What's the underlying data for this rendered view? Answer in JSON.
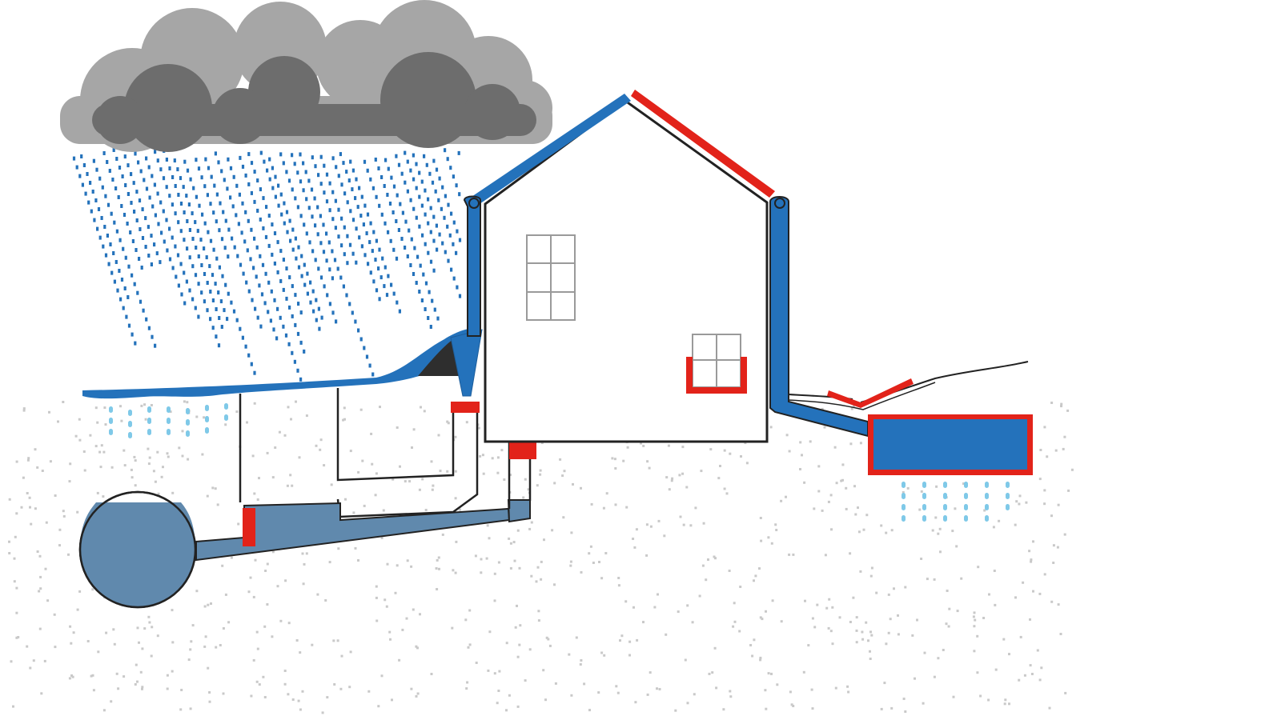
{
  "diagram": {
    "subject": "",
    "components": [
      {
        "id": "storm-clouds",
        "icon": "cloud-icon"
      },
      {
        "id": "rain",
        "icon": "rain-icon"
      },
      {
        "id": "house",
        "icon": "house-icon"
      },
      {
        "id": "roof-water",
        "icon": "water-icon"
      },
      {
        "id": "roof-protection",
        "icon": "barrier-icon"
      },
      {
        "id": "downpipe-left",
        "icon": "pipe-icon"
      },
      {
        "id": "downpipe-right",
        "icon": "pipe-icon"
      },
      {
        "id": "surface-water",
        "icon": "water-icon"
      },
      {
        "id": "sewer-main",
        "icon": "sewer-icon"
      },
      {
        "id": "backflow-valves",
        "icon": "valve-icon"
      },
      {
        "id": "basement-window-guard",
        "icon": "barrier-icon"
      },
      {
        "id": "infiltration-tank",
        "icon": "tank-icon"
      },
      {
        "id": "seepage",
        "icon": "drip-icon"
      }
    ]
  },
  "colors": {
    "cloud_light": "#a6a6a6",
    "cloud_dark": "#6d6d6d",
    "rain": "#2472bb",
    "water_blue": "#2472bb",
    "sewer_water": "#6089ad",
    "protection_red": "#e2231a",
    "seep": "#7fc9e8",
    "soil_dots": "#c9c9c9",
    "outline": "#222222",
    "window_frame": "#9a9a9a"
  }
}
